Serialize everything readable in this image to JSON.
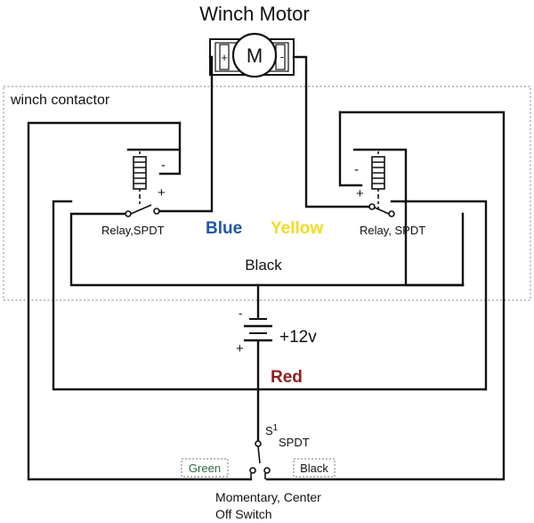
{
  "title": "Winch Motor",
  "motor": {
    "symbol": "M",
    "pos_terminal": "+",
    "neg_terminal": "-"
  },
  "contactor_label": "winch contactor",
  "relay_left": {
    "label": "Relay,SPDT",
    "minus": "-",
    "plus": "+"
  },
  "relay_right": {
    "label": "Relay, SPDT",
    "minus": "-",
    "plus": "+"
  },
  "wires": {
    "blue": "Blue",
    "yellow": "Yellow",
    "black_top": "Black",
    "red": "Red"
  },
  "battery": {
    "voltage": "+12v",
    "minus": "-",
    "plus": "+"
  },
  "switch": {
    "designator": "S",
    "designator_num": "1",
    "type": "SPDT",
    "left_tag": "Green",
    "right_tag": "Black",
    "caption_line1": "Momentary, Center",
    "caption_line2": "Off Switch"
  },
  "colors": {
    "blue": "#1f57a8",
    "yellow": "#f2dc22",
    "red": "#8e1d1d",
    "green": "#2e6b3e",
    "wire": "#111111"
  }
}
